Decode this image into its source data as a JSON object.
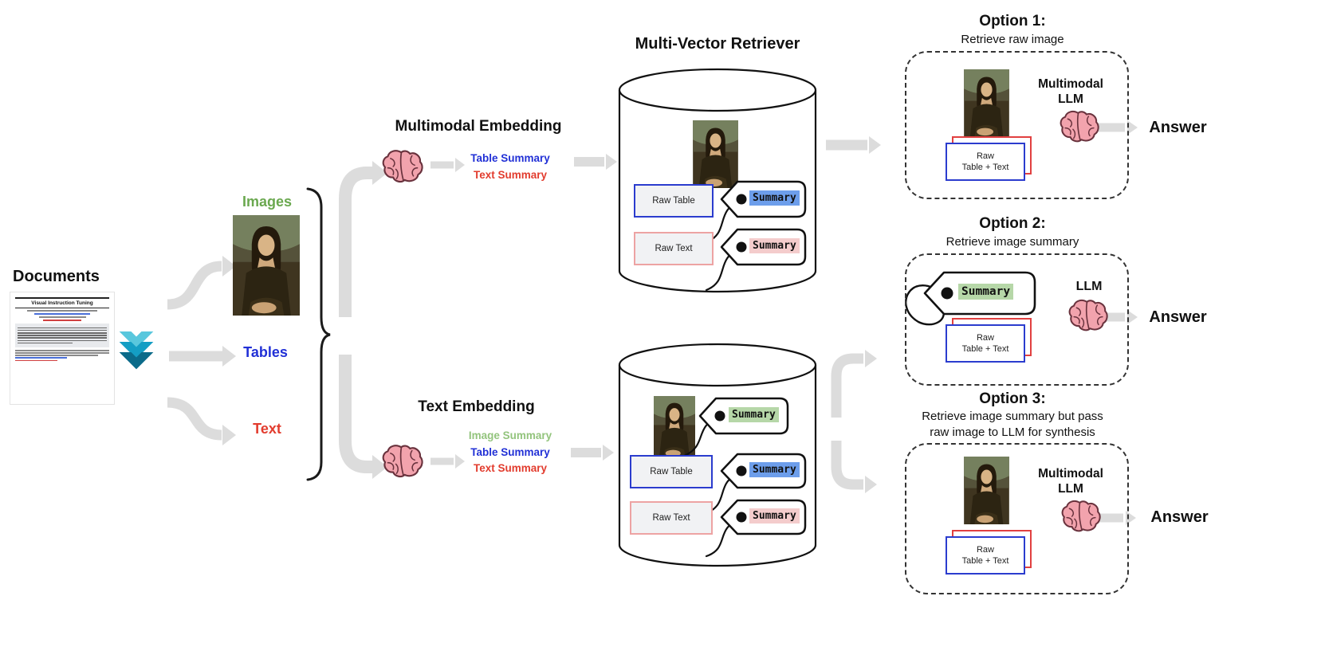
{
  "colors": {
    "green": "#6aa84f",
    "light_green": "#93c47d",
    "blue": "#2130d6",
    "red": "#e23c2e",
    "arrow_gray": "#dcdcdc",
    "highlight_blue": "#6d9eeb",
    "highlight_pink": "#f4cccc",
    "highlight_green": "#b6d7a8"
  },
  "icons": {
    "llm": "brain-icon",
    "image_doc": "portrait-painting",
    "doc_loader": "chevron-logo",
    "vector_store": "database-cylinder",
    "summary_tag": "price-tag"
  },
  "documents": {
    "heading": "Documents",
    "paper_title": "Visual Instruction Tuning"
  },
  "sources": {
    "images_label": "Images",
    "tables_label": "Tables",
    "text_label": "Text"
  },
  "multimodal_embedding": {
    "title": "Multimodal Embedding",
    "summaries": [
      {
        "label": "Table Summary",
        "color": "blue"
      },
      {
        "label": "Text Summary",
        "color": "red"
      }
    ]
  },
  "text_embedding": {
    "title": "Text Embedding",
    "summaries": [
      {
        "label": "Image Summary",
        "color": "light_green"
      },
      {
        "label": "Table Summary",
        "color": "blue"
      },
      {
        "label": "Text Summary",
        "color": "red"
      }
    ]
  },
  "retriever": {
    "title": "Multi-Vector Retriever",
    "store1": {
      "raw_table_label": "Raw Table",
      "table_summary_tag": "Summary",
      "raw_text_label": "Raw Text",
      "text_summary_tag": "Summary"
    },
    "store2": {
      "image_summary_tag": "Summary",
      "raw_table_label": "Raw Table",
      "table_summary_tag": "Summary",
      "raw_text_label": "Raw Text",
      "text_summary_tag": "Summary"
    }
  },
  "options": [
    {
      "title": "Option 1:",
      "subtitle": "Retrieve raw image",
      "llm_label": "Multimodal LLM",
      "doc_box_line1": "Raw",
      "doc_box_line2": "Table + Text",
      "answer": "Answer"
    },
    {
      "title": "Option 2:",
      "subtitle": "Retrieve image summary",
      "tag_label": "Summary",
      "llm_label": "LLM",
      "doc_box_line1": "Raw",
      "doc_box_line2": "Table + Text",
      "answer": "Answer"
    },
    {
      "title": "Option 3:",
      "subtitle_line1": "Retrieve image summary but pass",
      "subtitle_line2": "raw image to LLM for synthesis",
      "llm_label": "Multimodal LLM",
      "doc_box_line1": "Raw",
      "doc_box_line2": "Table + Text",
      "answer": "Answer"
    }
  ]
}
